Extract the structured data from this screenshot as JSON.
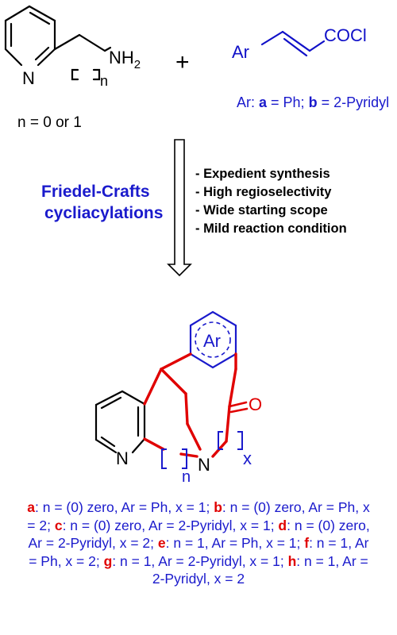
{
  "reactant1": {
    "ring_atom": "N",
    "amine": "NH",
    "amine_sub": "2",
    "repeat": "n",
    "note": "n = 0 or 1"
  },
  "plus": "+",
  "reactant2": {
    "ar": "Ar",
    "group": "COCl",
    "legend_prefix": "Ar: ",
    "opt_a_label": "a",
    "opt_a_value": " = Ph; ",
    "opt_b_label": "b",
    "opt_b_value": " = 2-Pyridyl"
  },
  "reaction": {
    "line1": "Friedel-Crafts",
    "line2": "cycliacylations"
  },
  "features": [
    "- Expedient synthesis",
    "- High regioselectivity",
    "- Wide starting scope",
    "- Mild reaction condition"
  ],
  "product": {
    "ar": "Ar",
    "ketone_o": "O",
    "ring_n": "N",
    "bridge_n": "N",
    "n_index": "n",
    "x_index": "x"
  },
  "compounds": [
    {
      "label": "a",
      "text": ": n = (0) zero, Ar = Ph, x = 1; "
    },
    {
      "label": "b",
      "text": ": n = (0) zero, Ar = Ph, x = 2; "
    },
    {
      "label": "c",
      "text": ": n = (0) zero, Ar = 2-Pyridyl, x = 1; "
    },
    {
      "label": "d",
      "text": ": n = (0) zero, Ar = 2-Pyridyl, x = 2; "
    },
    {
      "label": "e",
      "text": ": n = 1, Ar = Ph, x = 1; "
    },
    {
      "label": "f",
      "text": ": n = 1, Ar = Ph, x = 2; "
    },
    {
      "label": "g",
      "text": ": n = 1, Ar = 2-Pyridyl, x = 1; "
    },
    {
      "label": "h",
      "text": ": n = 1, Ar = 2-Pyridyl, x = 2"
    }
  ],
  "colors": {
    "bond": "#000000",
    "new_bond": "#e00000",
    "aryl_ring": "#1a1acc",
    "label_red": "#e00000",
    "text_blue": "#1a1acc"
  }
}
